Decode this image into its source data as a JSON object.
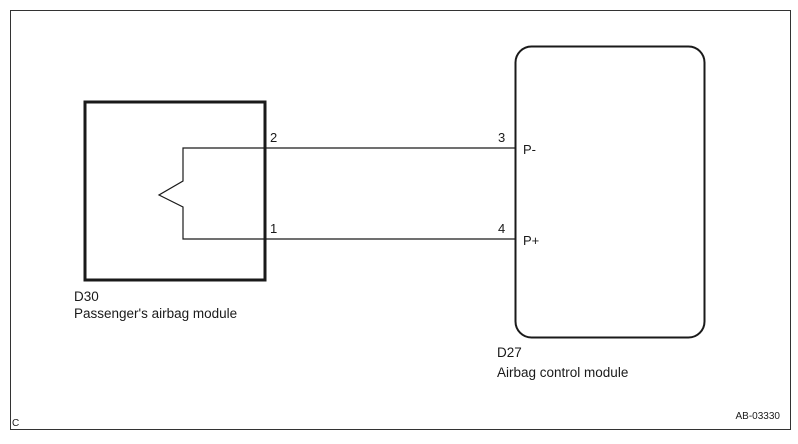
{
  "corner_mark": "C",
  "figure_id": "AB-03330",
  "passenger_module": {
    "connector": "D30",
    "name": "Passenger's airbag module",
    "pin_top": "2",
    "pin_bottom": "1"
  },
  "control_module": {
    "connector": "D27",
    "name": "Airbag control module",
    "pin_top": "3",
    "pin_bottom": "4",
    "terminal_top": "P-",
    "terminal_bottom": "P+"
  },
  "colors": {
    "line": "#1a1a1a",
    "frame": "#333333"
  }
}
